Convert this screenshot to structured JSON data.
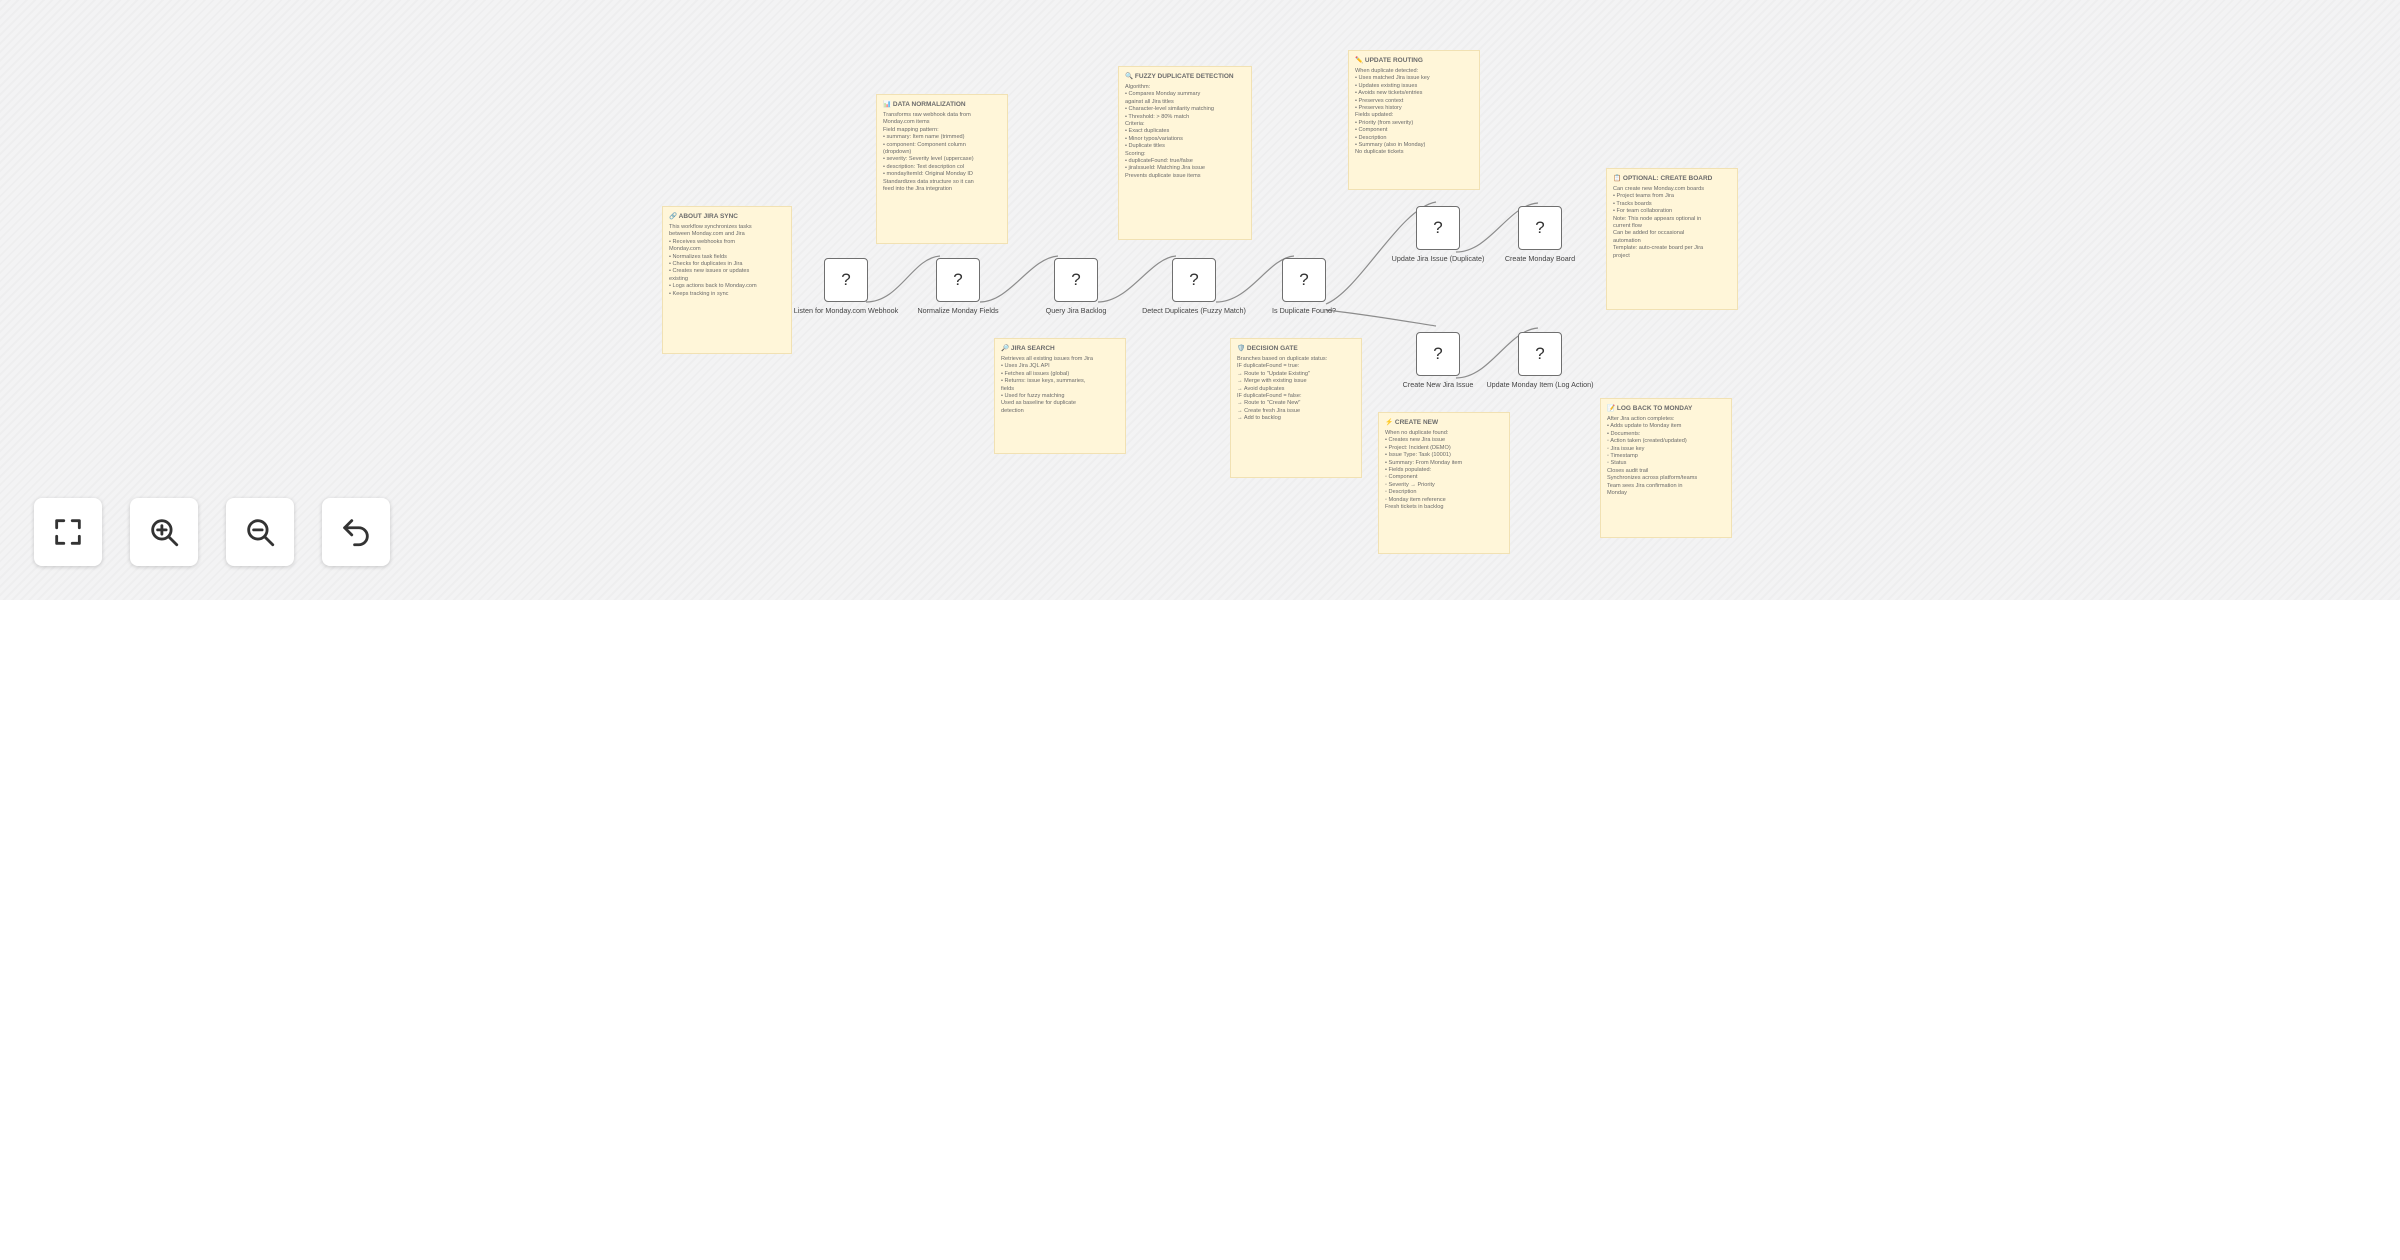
{
  "canvas": {
    "nodes": [
      {
        "id": "listen",
        "symbol": "?",
        "label": "Listen for Monday.com Webhook"
      },
      {
        "id": "normalize",
        "symbol": "?",
        "label": "Normalize Monday Fields"
      },
      {
        "id": "query",
        "symbol": "?",
        "label": "Query Jira Backlog"
      },
      {
        "id": "detect",
        "symbol": "?",
        "label": "Detect Duplicates (Fuzzy Match)"
      },
      {
        "id": "isdup",
        "symbol": "?",
        "label": "Is Duplicate Found?"
      },
      {
        "id": "update-jira",
        "symbol": "?",
        "label": "Update Jira Issue (Duplicate)"
      },
      {
        "id": "create-board",
        "symbol": "?",
        "label": "Create Monday Board"
      },
      {
        "id": "create-jira",
        "symbol": "?",
        "label": "Create New Jira Issue"
      },
      {
        "id": "update-monday",
        "symbol": "?",
        "label": "Update Monday Item (Log Action)"
      }
    ],
    "notes": [
      {
        "id": "about",
        "title": "🔗 ABOUT JIRA SYNC",
        "lines": [
          "This workflow synchronizes tasks",
          "between Monday.com and Jira",
          "",
          "• Receives webhooks from",
          "  Monday.com",
          "• Normalizes task fields",
          "• Checks for duplicates in Jira",
          "• Creates new issues or updates",
          "  existing",
          "• Logs actions back to Monday.com",
          "• Keeps tracking in sync"
        ]
      },
      {
        "id": "data-norm",
        "title": "📊 DATA NORMALIZATION",
        "lines": [
          "Transforms raw webhook data from",
          "Monday.com items",
          "",
          "Field mapping pattern:",
          "• summary: Item name (trimmed)",
          "• component: Component column",
          "  (dropdown)",
          "• severity: Severity level (uppercase)",
          "• description: Text description col",
          "• mondayItemId: Original Monday ID",
          "",
          "Standardizes data structure so it can",
          "feed into the Jira integration"
        ]
      },
      {
        "id": "fuzzy",
        "title": "🔍 FUZZY DUPLICATE DETECTION",
        "lines": [
          "Algorithm:",
          "• Compares Monday summary",
          "  against all Jira titles",
          "• Character-level similarity matching",
          "• Threshold: > 80% match",
          "",
          "Criteria:",
          "• Exact duplicates",
          "• Minor typos/variations",
          "• Duplicate titles",
          "",
          "Scoring:",
          "• duplicateFound: true/false",
          "• jiraIssueId: Matching Jira issue",
          "",
          "Prevents duplicate issue items"
        ]
      },
      {
        "id": "update-route",
        "title": "✏️ UPDATE ROUTING",
        "lines": [
          "When duplicate detected:",
          "",
          "• Uses matched Jira issue key",
          "• Updates existing issues",
          "• Avoids new tickets/entries",
          "• Preserves context",
          "• Preserves history",
          "",
          "Fields updated:",
          "• Priority (from severity)",
          "• Component",
          "• Description",
          "• Summary (also in Monday)",
          "",
          "No duplicate tickets"
        ]
      },
      {
        "id": "optional-board",
        "title": "📋 OPTIONAL: CREATE BOARD",
        "lines": [
          "Can create new Monday.com boards",
          "• Project teams from Jira",
          "• Tracks boards",
          "• For team collaboration",
          "",
          "Note: This node appears optional in",
          "current flow",
          "Can be added for occasional",
          "automation",
          "Template: auto-create board per Jira",
          "project"
        ]
      },
      {
        "id": "jira-search",
        "title": "🔎 JIRA SEARCH",
        "lines": [
          "Retrieves all existing issues from Jira",
          "",
          "• Uses Jira JQL API",
          "• Fetches all issues (global)",
          "• Returns: issue keys, summaries,",
          "  fields",
          "• Used for fuzzy matching",
          "",
          "Used as baseline for duplicate",
          "detection"
        ]
      },
      {
        "id": "decision",
        "title": "🛡️ DECISION GATE",
        "lines": [
          "Branches based on duplicate status:",
          "",
          "IF duplicateFound = true:",
          "→ Route to \"Update Existing\"",
          "→ Merge with existing issue",
          "→ Avoid duplicates",
          "",
          "IF duplicateFound = false:",
          "→ Route to \"Create New\"",
          "→ Create fresh Jira issue",
          "→ Add to backlog"
        ]
      },
      {
        "id": "create-new",
        "title": "⚡ CREATE NEW",
        "lines": [
          "When no duplicate found:",
          "",
          "• Creates new Jira issue",
          "• Project: Incident (DEMO)",
          "• Issue Type: Task (10001)",
          "• Summary: From Monday item",
          "• Fields populated:",
          "  ◦ Component",
          "  ◦ Severity → Priority",
          "  ◦ Description",
          "  ◦ Monday item reference",
          "",
          "Fresh tickets in backlog"
        ]
      },
      {
        "id": "log-back",
        "title": "📝 LOG BACK TO MONDAY",
        "lines": [
          "After Jira action completes:",
          "",
          "• Adds update to Monday item",
          "• Documents:",
          "  ◦ Action taken (created/updated)",
          "  ◦ Jira issue key",
          "  ◦ Timestamp",
          "  ◦ Status",
          "",
          "Closes audit trail",
          "Synchronizes across platform/teams",
          "Team sees Jira confirmation in",
          "Monday"
        ]
      }
    ]
  },
  "controls": [
    {
      "id": "fit-view",
      "icon": "fit-view-icon"
    },
    {
      "id": "zoom-in",
      "icon": "zoom-in-icon"
    },
    {
      "id": "zoom-out",
      "icon": "zoom-out-icon"
    },
    {
      "id": "undo",
      "icon": "undo-icon"
    }
  ],
  "colors": {
    "canvas_bg": "#f3f3f4",
    "note_bg": "#fff6d9",
    "node_border": "#6f6f6f",
    "accent_link": "#e8725c"
  }
}
